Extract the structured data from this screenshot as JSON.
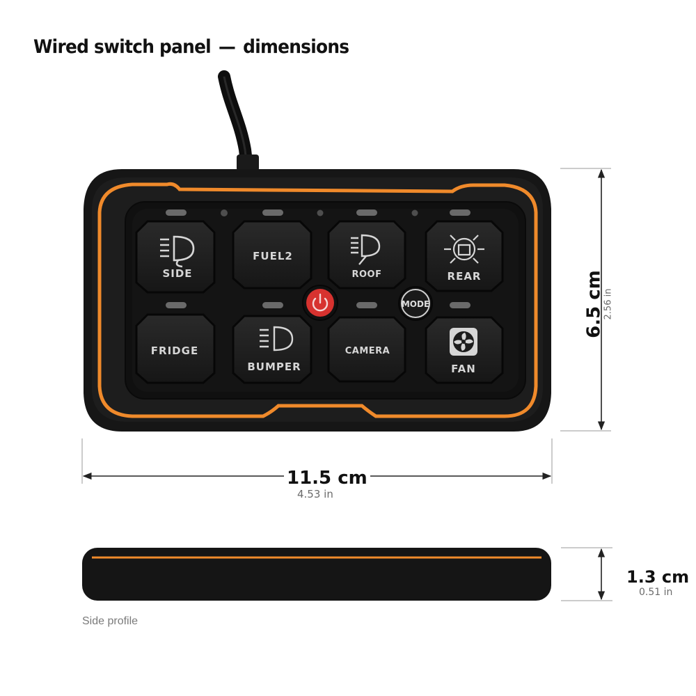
{
  "title": {
    "main": "Wired switch panel",
    "dash": "—",
    "sub": "dimensions"
  },
  "dimensions": {
    "width": {
      "value": "11.5 cm",
      "sub": "4.53 in"
    },
    "height": {
      "value": "6.5 cm",
      "sub": "2.56 in"
    },
    "depth": {
      "value": "1.3 cm",
      "sub": "0.51 in"
    }
  },
  "caption": "Side profile",
  "buttons": {
    "side": "SIDE",
    "fuel2": "FUEL2",
    "roof": "ROOF",
    "rear": "REAR",
    "fridge": "FRIDGE",
    "bumper": "BUMPER",
    "camera": "CAMERA",
    "fan": "FAN",
    "mode": "MODE"
  },
  "colors": {
    "accent_orange": "#f08a2b",
    "panel_black": "#121212",
    "power_red": "#d7322f"
  }
}
